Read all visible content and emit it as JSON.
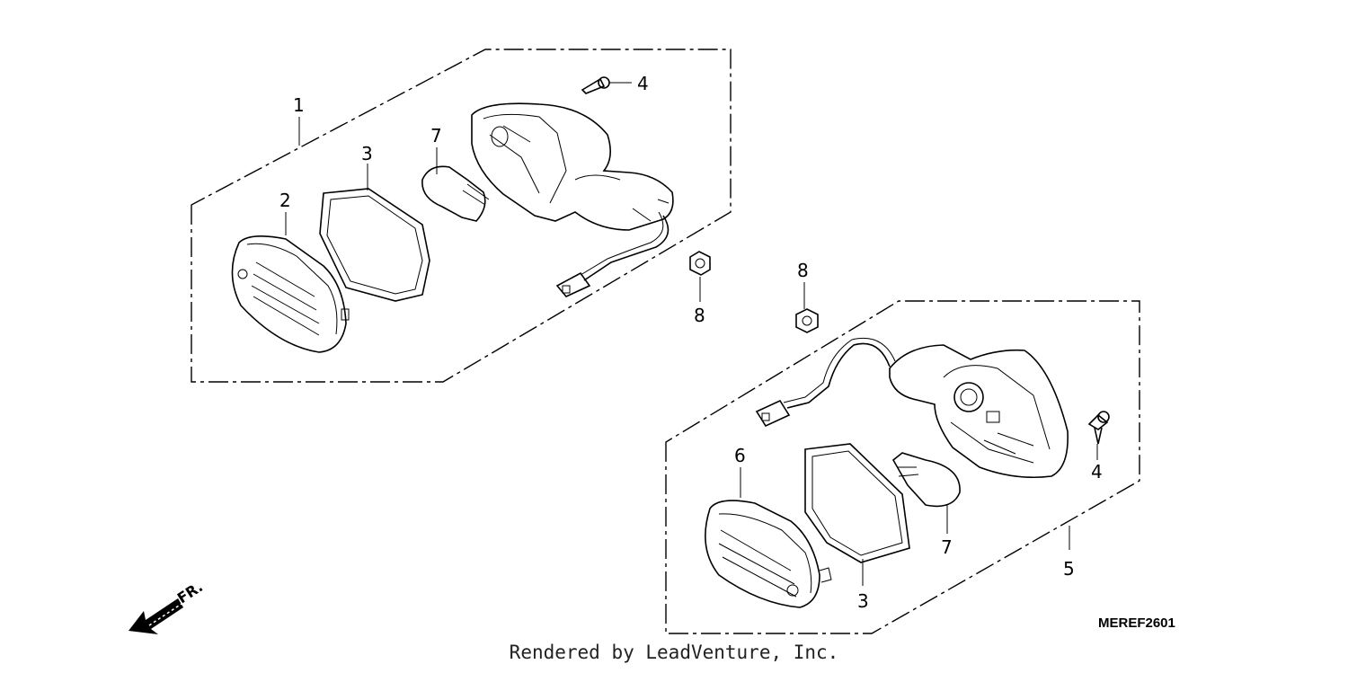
{
  "diagram": {
    "callouts": {
      "c1": "1",
      "c2": "2",
      "c3a": "3",
      "c3b": "3",
      "c4a": "4",
      "c4b": "4",
      "c5": "5",
      "c6": "6",
      "c7a": "7",
      "c7b": "7",
      "c8a": "8",
      "c8b": "8"
    },
    "reference_code": "MEREF2601",
    "front_indicator": "FR."
  },
  "footer": {
    "credit": "Rendered by LeadVenture, Inc."
  }
}
